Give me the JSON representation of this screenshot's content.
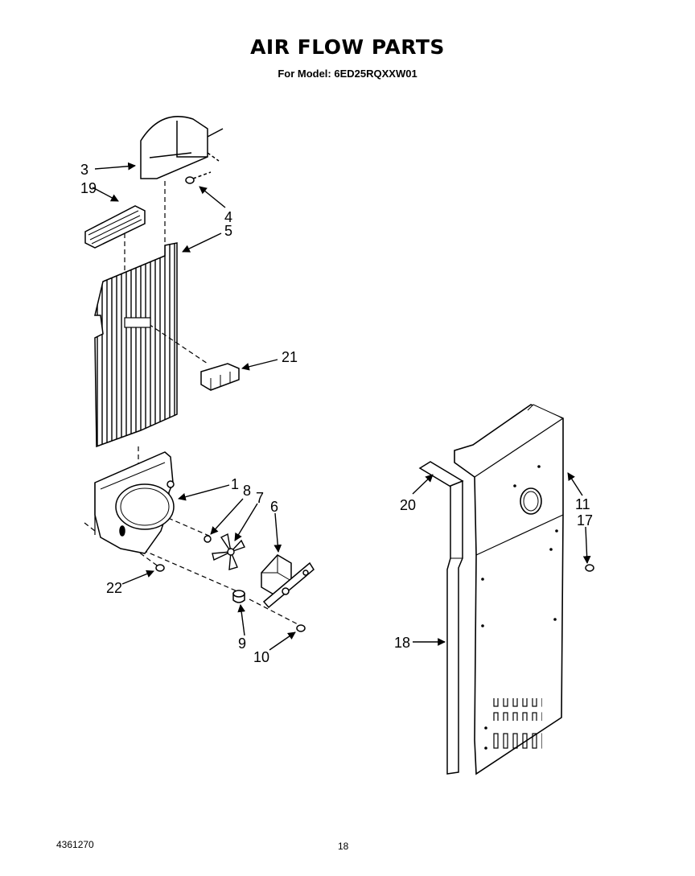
{
  "page": {
    "title": "AIR FLOW PARTS",
    "subtitle": "For Model: 6ED25RQXXW01",
    "doc_number": "4361270",
    "page_number": "18"
  },
  "callouts": [
    "1",
    "3",
    "4",
    "5",
    "6",
    "7",
    "8",
    "9",
    "10",
    "11",
    "17",
    "18",
    "19",
    "20",
    "21",
    "22"
  ],
  "colors": {
    "ink": "#000000",
    "paper": "#ffffff"
  }
}
